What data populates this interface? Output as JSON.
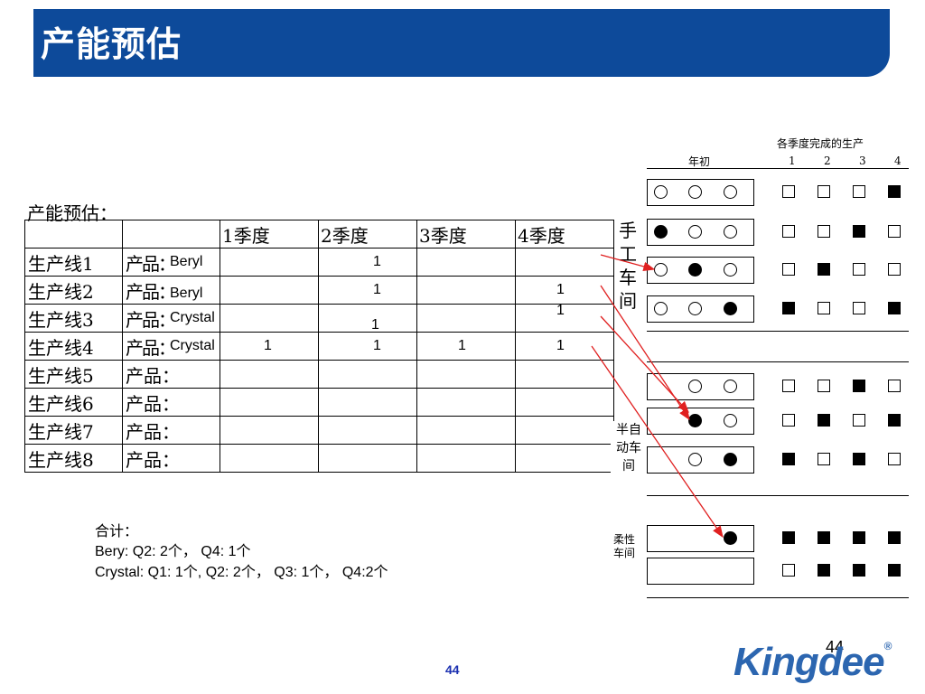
{
  "title": "产能预估",
  "table": {
    "caption": "产能预估：",
    "headers": [
      "",
      "",
      "1季度",
      "2季度",
      "3季度",
      "4季度"
    ],
    "rows": [
      {
        "line": "生产线1",
        "product_label": "产品：",
        "product": "Beryl",
        "q": [
          "",
          "1",
          "",
          ""
        ]
      },
      {
        "line": "生产线2",
        "product_label": "产品：",
        "product": "Beryl",
        "q": [
          "",
          "1",
          "",
          "1"
        ]
      },
      {
        "line": "生产线3",
        "product_label": "产品：",
        "product": "Crystal",
        "q": [
          "",
          "1",
          "",
          "1"
        ]
      },
      {
        "line": "生产线4",
        "product_label": "产品：",
        "product": "Crystal",
        "q": [
          "1",
          "1",
          "1",
          "1"
        ]
      },
      {
        "line": "生产线5",
        "product_label": "产品：",
        "product": "",
        "q": [
          "",
          "",
          "",
          ""
        ]
      },
      {
        "line": "生产线6",
        "product_label": "产品：",
        "product": "",
        "q": [
          "",
          "",
          "",
          ""
        ]
      },
      {
        "line": "生产线7",
        "product_label": "产品：",
        "product": "",
        "q": [
          "",
          "",
          "",
          ""
        ]
      },
      {
        "line": "生产线8",
        "product_label": "产品：",
        "product": "",
        "q": [
          "",
          "",
          "",
          ""
        ]
      }
    ]
  },
  "summary": {
    "heading": "合计：",
    "line1": "Bery: Q2: 2个， Q4: 1个",
    "line2": "Crystal: Q1: 1个, Q2: 2个， Q3: 1个， Q4:2个"
  },
  "diagram": {
    "header_quarters": "各季度完成的生产",
    "header_year_start": "年初",
    "quarters": [
      "1",
      "2",
      "3",
      "4"
    ],
    "workshops": {
      "manual": "手工车间",
      "semi_auto": "半自动车间",
      "flexible": "柔性车间"
    },
    "rows": [
      {
        "group": "manual",
        "circles": [
          0,
          0,
          0
        ],
        "squares": [
          0,
          0,
          0,
          1
        ]
      },
      {
        "group": "manual",
        "circles": [
          1,
          0,
          0
        ],
        "squares": [
          0,
          0,
          1,
          0
        ]
      },
      {
        "group": "manual",
        "circles": [
          0,
          1,
          0
        ],
        "squares": [
          0,
          1,
          0,
          0
        ]
      },
      {
        "group": "manual",
        "circles": [
          0,
          0,
          1
        ],
        "squares": [
          1,
          0,
          0,
          1
        ]
      },
      {
        "group": "semi_auto",
        "circles": [
          0,
          0
        ],
        "squares": [
          0,
          0,
          1,
          0
        ]
      },
      {
        "group": "semi_auto",
        "circles": [
          1,
          0
        ],
        "squares": [
          0,
          1,
          0,
          1
        ]
      },
      {
        "group": "semi_auto",
        "circles": [
          0,
          1
        ],
        "squares": [
          1,
          0,
          1,
          0
        ]
      },
      {
        "group": "flexible",
        "circles": [
          1
        ],
        "squares": [
          1,
          1,
          1,
          1
        ]
      },
      {
        "group": "flexible",
        "circles": [],
        "squares": [
          0,
          1,
          1,
          1
        ]
      }
    ]
  },
  "footer": {
    "page_number": "44",
    "page_number_corner": "44",
    "logo_text": "Kingdee",
    "logo_reg": "®"
  },
  "colors": {
    "title_bar": "#0d4a9a",
    "arrow": "#e02020",
    "page_number": "#1a2fb0",
    "logo": "#2c66b0"
  }
}
